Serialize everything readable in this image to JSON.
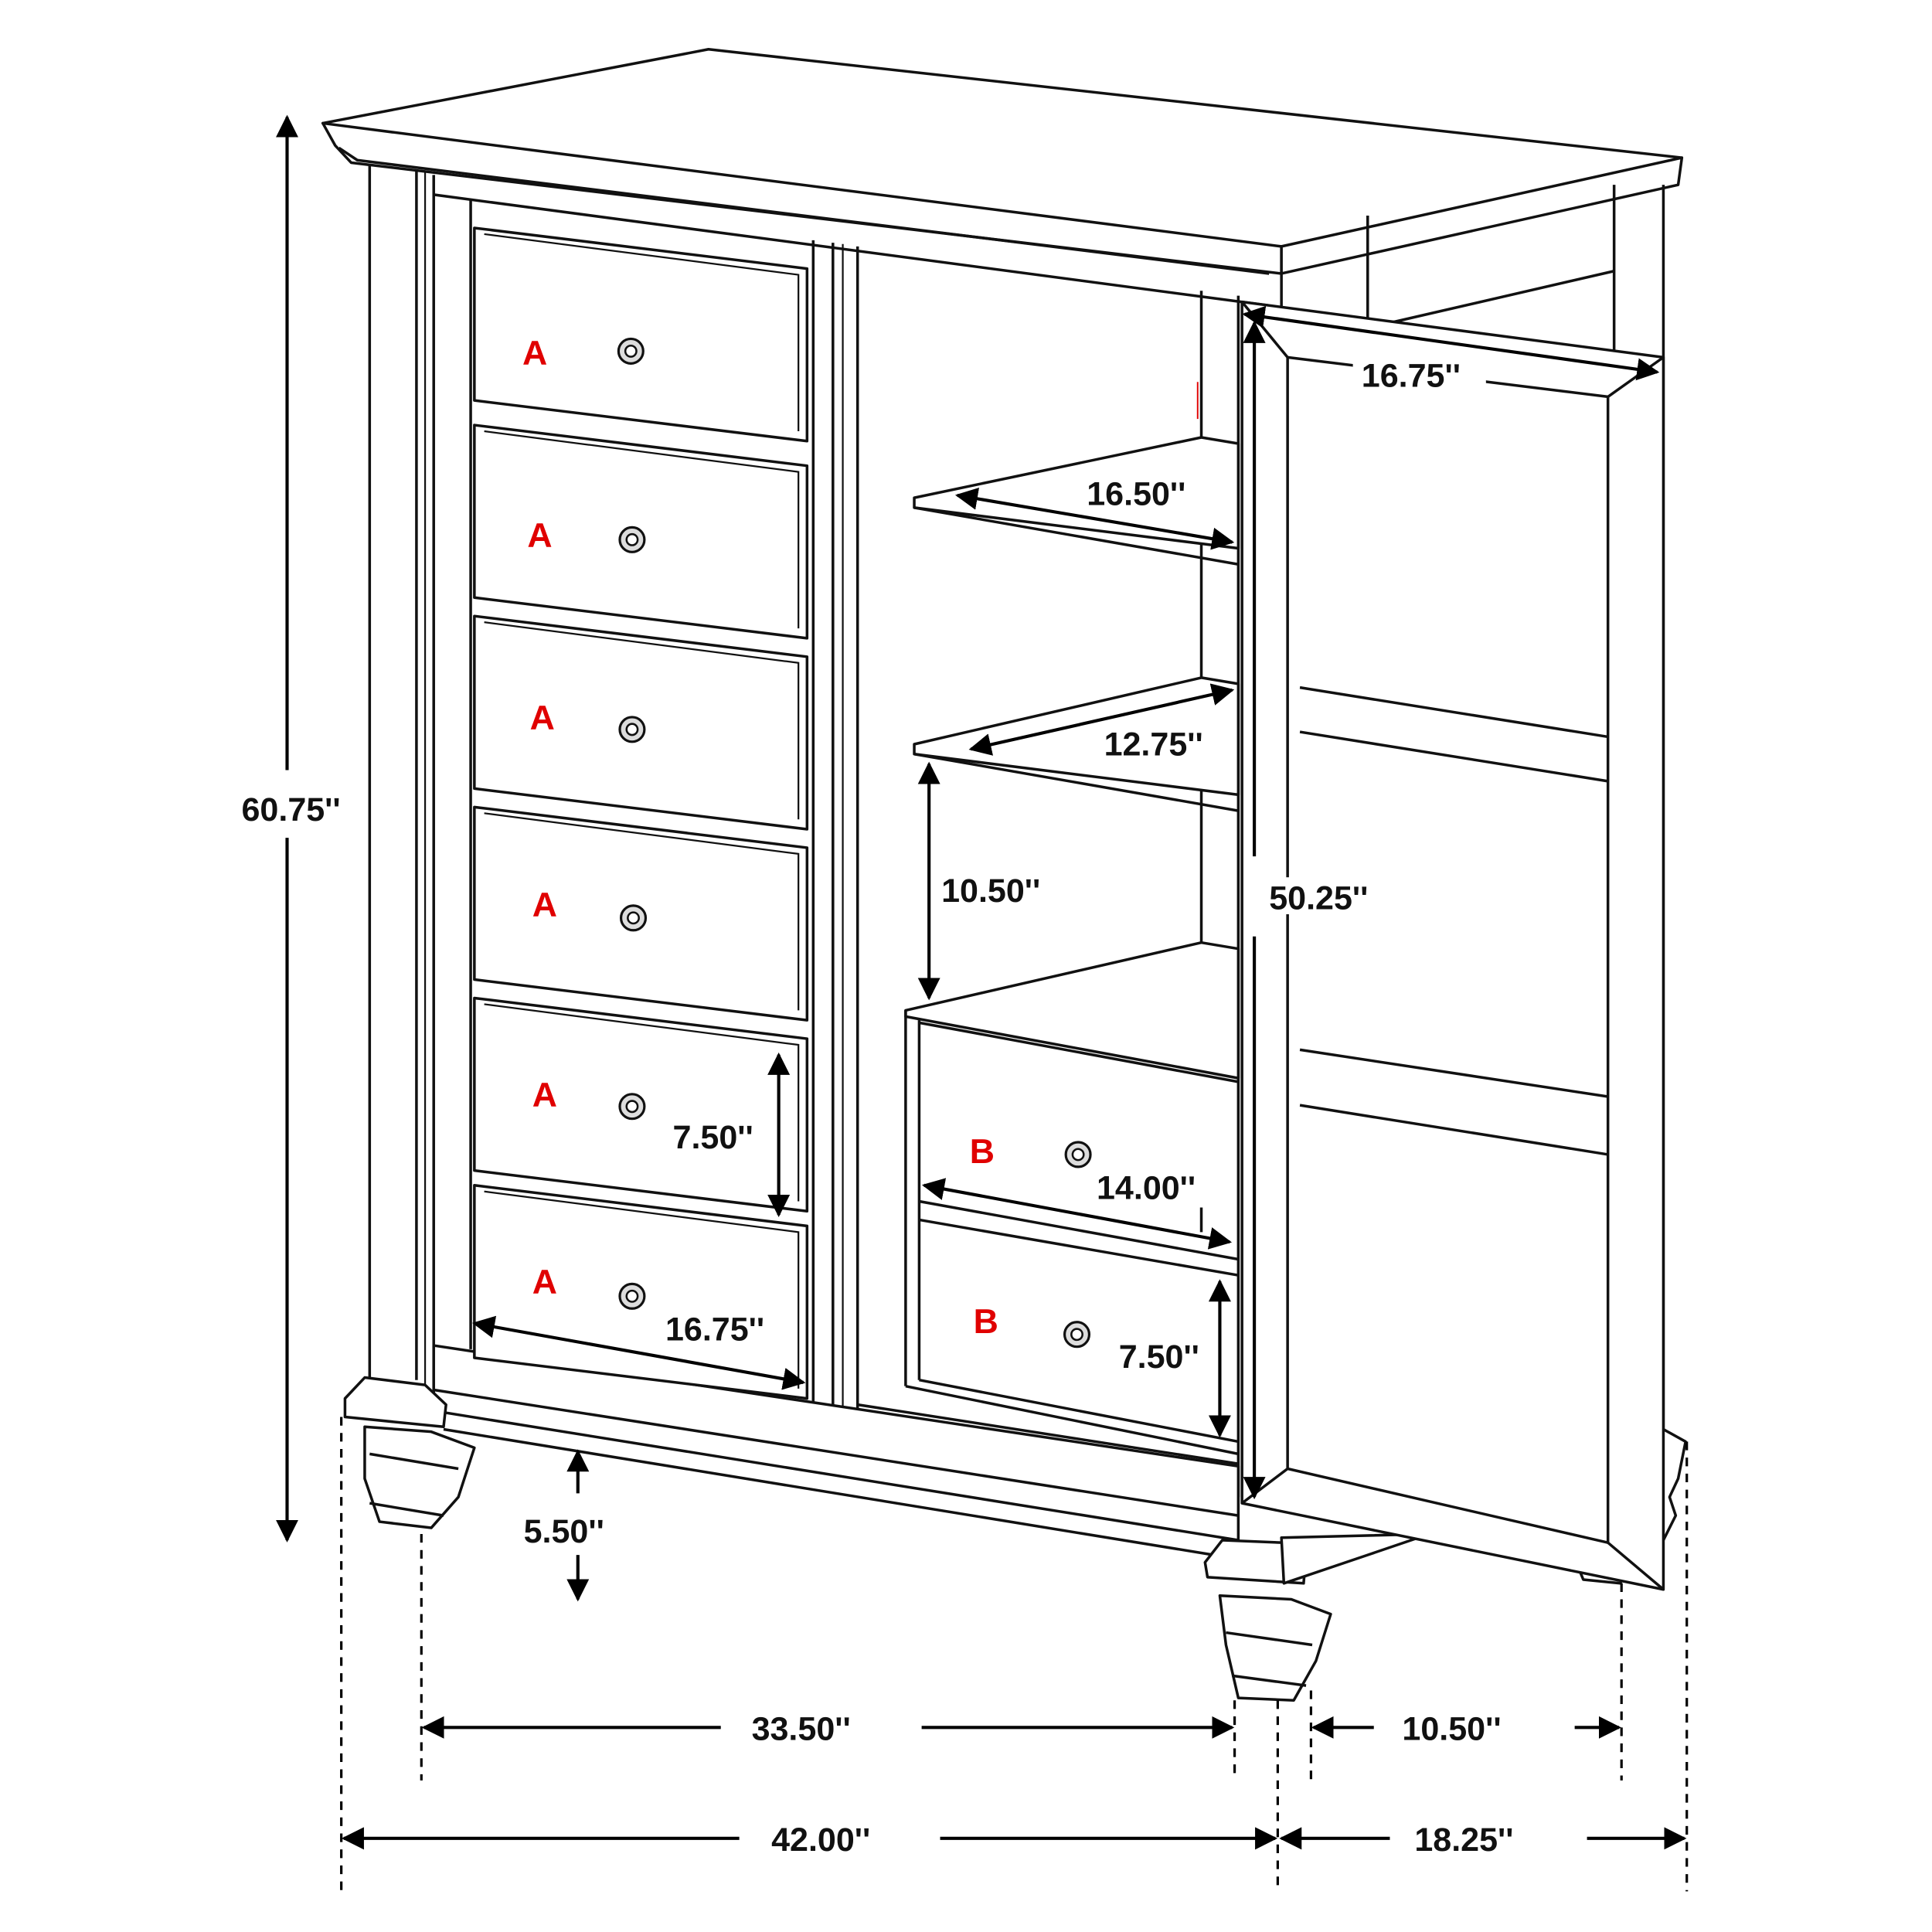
{
  "drawing": {
    "subject": "Chest with drawers and door cabinet — dimension line drawing",
    "colors": {
      "line": "#111111",
      "drawer_label": "#e00000",
      "background": "#ffffff"
    },
    "dimensions": {
      "overall_height": "60.75''",
      "door_width": "16.75''",
      "upper_shelf_depth": "16.50''",
      "middle_shelf_depth": "12.75''",
      "shelf_clearance": "10.50''",
      "door_height": "50.25''",
      "drawer_a_height": "7.50''",
      "drawer_a_width": "16.75''",
      "drawer_b_width": "14.00''",
      "drawer_b_height": "7.50''",
      "leg_clearance": "5.50''",
      "inner_leg_width": "33.50''",
      "inner_leg_depth": "10.50''",
      "overall_width": "42.00''",
      "overall_depth": "18.25''"
    },
    "drawer_labels": {
      "a1": "A",
      "a2": "A",
      "a3": "A",
      "a4": "A",
      "a5": "A",
      "a6": "A",
      "b1": "B",
      "b2": "B"
    }
  }
}
